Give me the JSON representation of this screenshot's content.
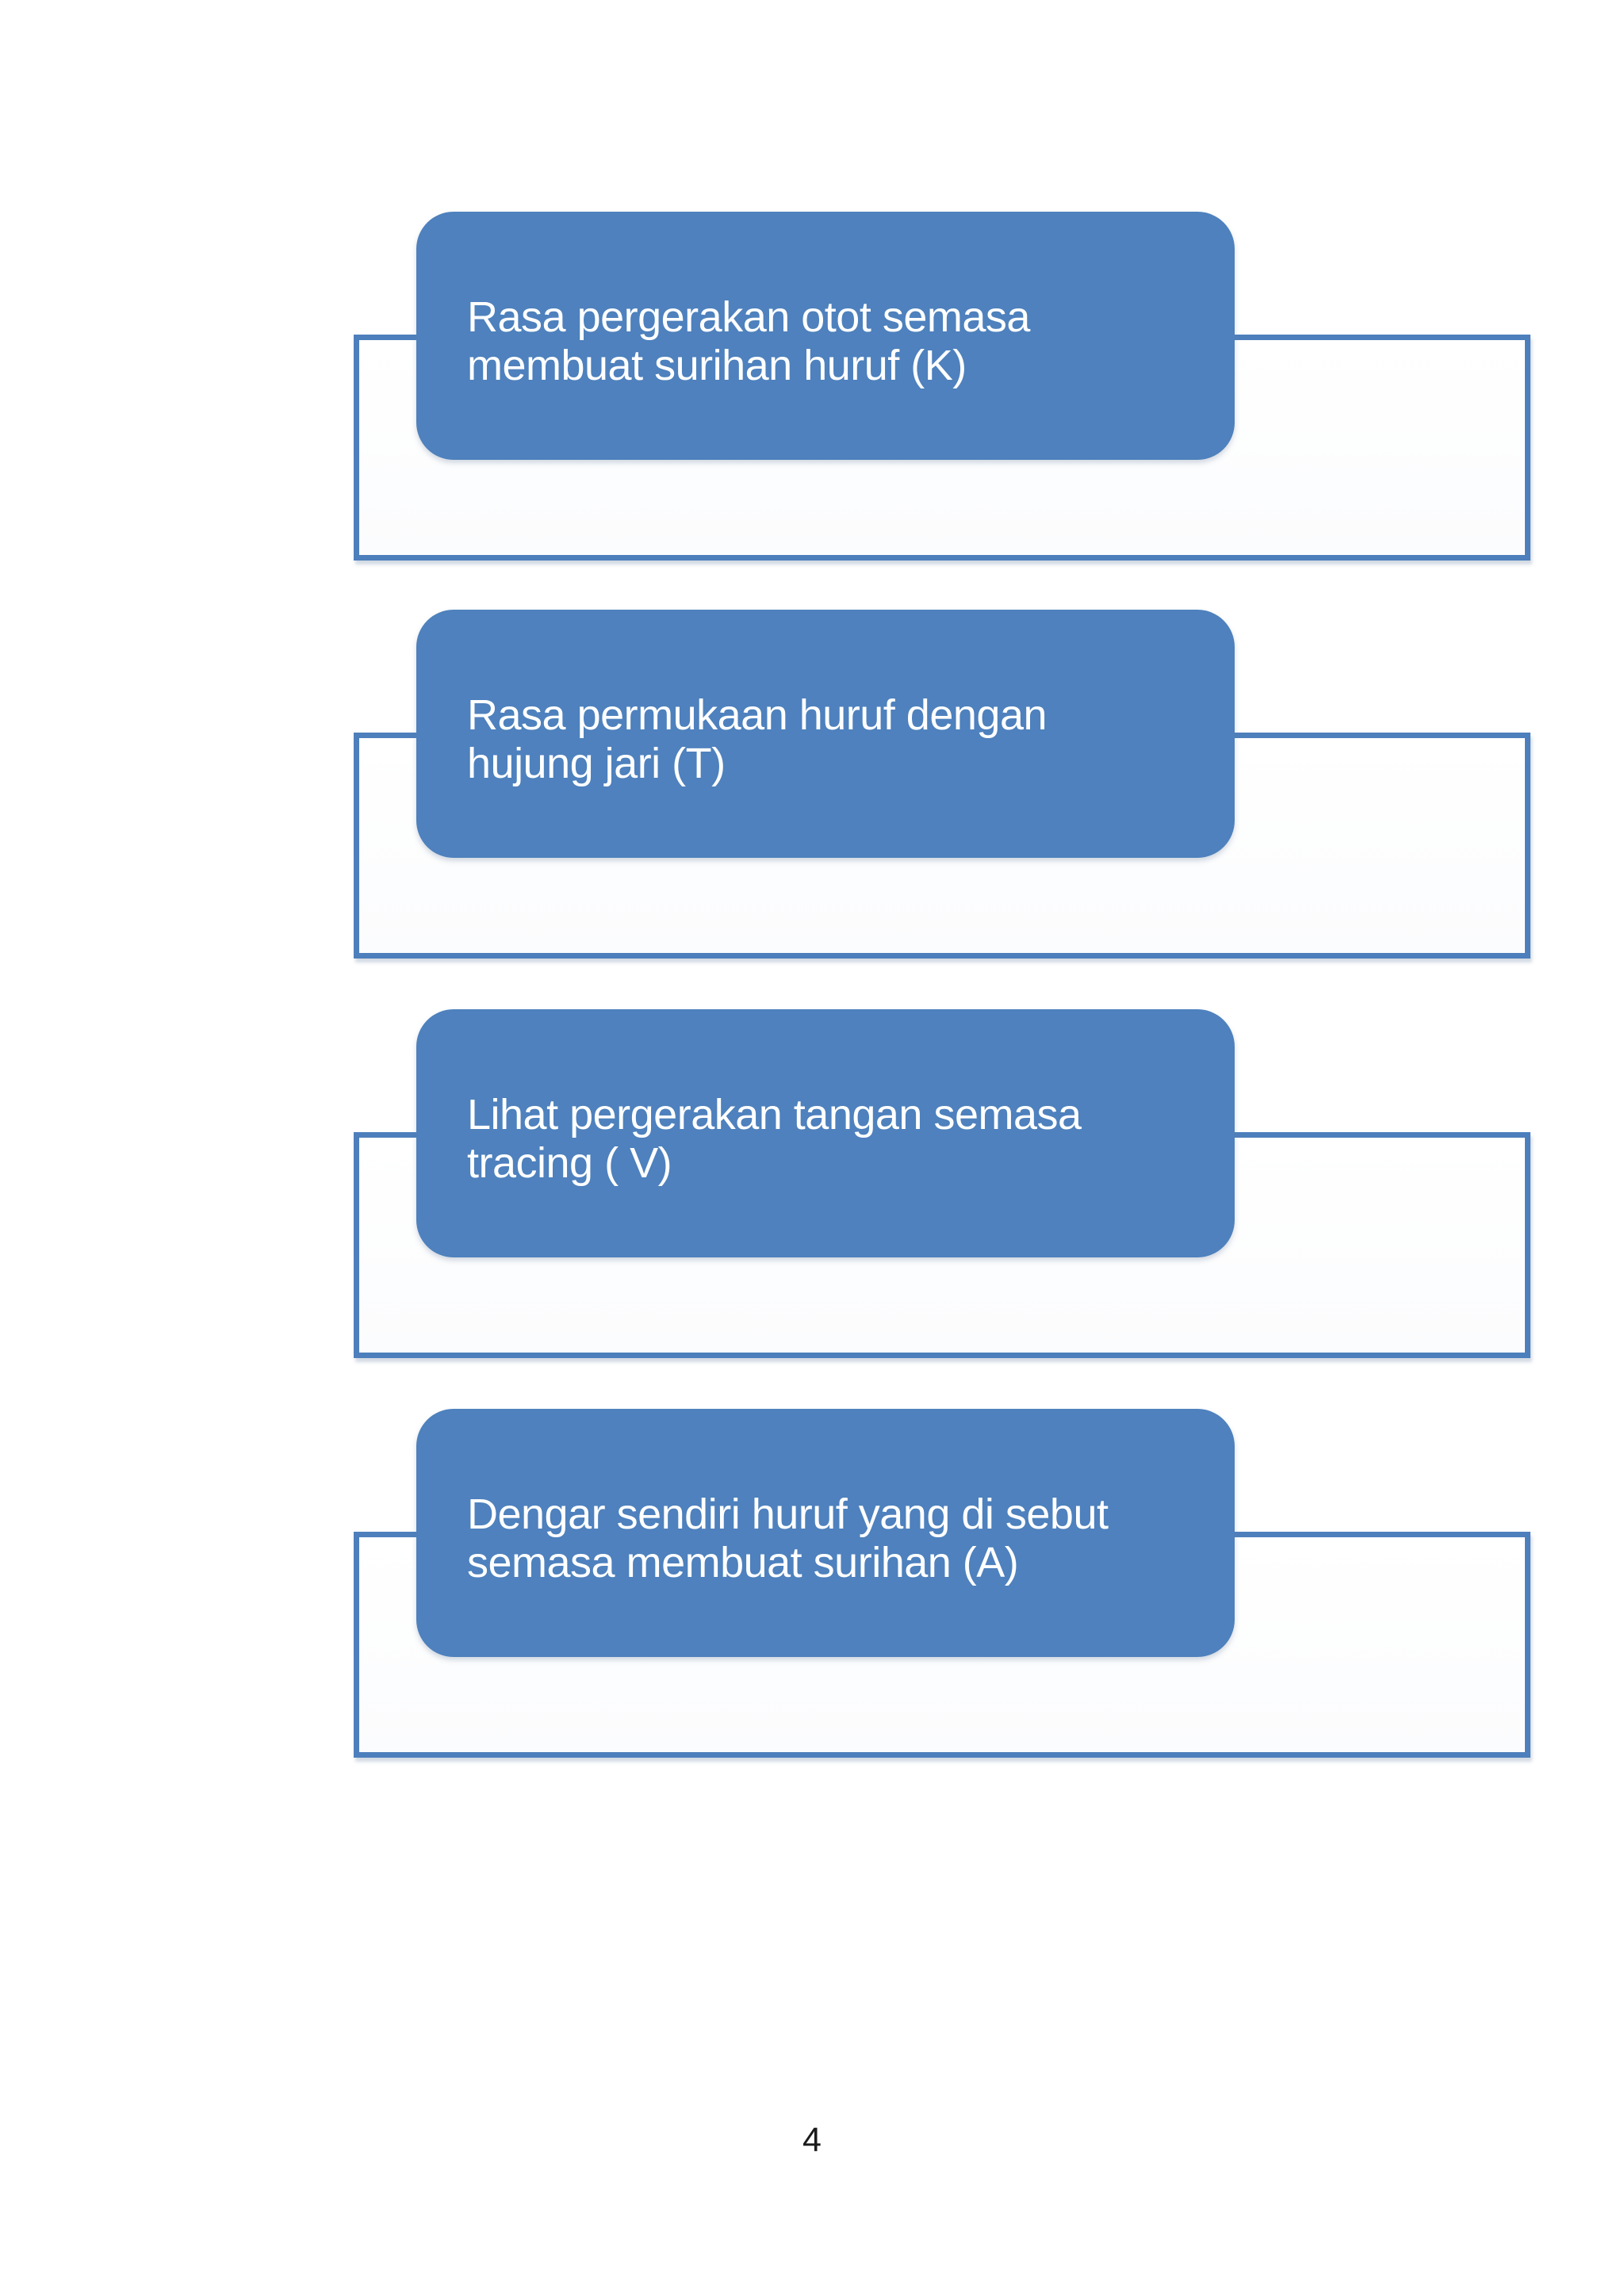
{
  "theme": {
    "accent": "#4e81bd",
    "accent_border": "#4d7fbc",
    "panel_bg": "#fefefe",
    "text_color": "#ffffff",
    "page_bg": "#ffffff",
    "page_number_color": "#1b1b1b"
  },
  "boxes": [
    {
      "label": "Rasa pergerakan otot semasa\nmembuat surihan huruf (K)"
    },
    {
      "label": "Rasa permukaan huruf dengan\nhujung jari (T)"
    },
    {
      "label": "Lihat pergerakan tangan semasa\ntracing ( V)"
    },
    {
      "label": "Dengar sendiri huruf yang di sebut\nsemasa membuat surihan (A)"
    }
  ],
  "page": {
    "number": "4"
  }
}
